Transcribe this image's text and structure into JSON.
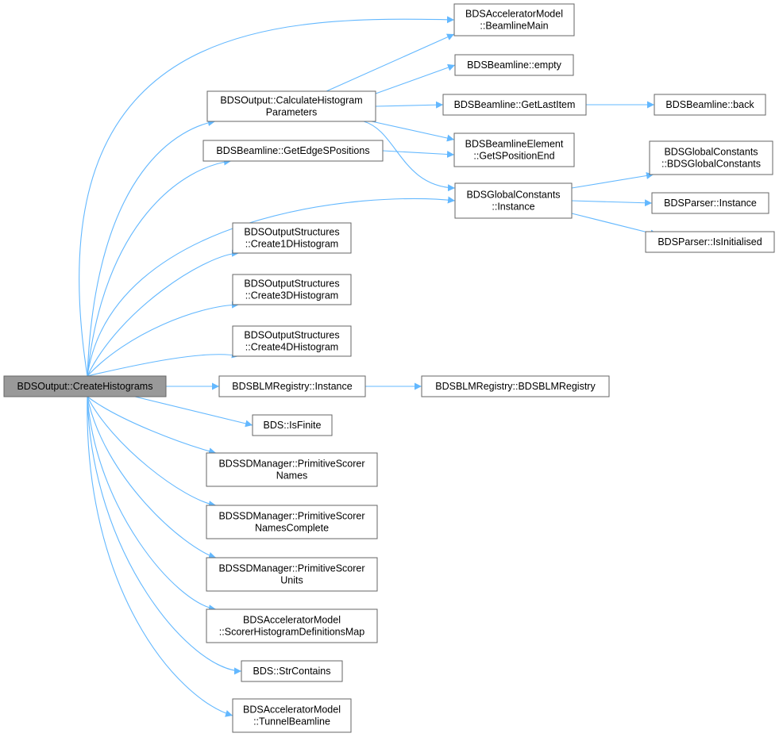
{
  "diagram": {
    "edge_color": "#63b8ff",
    "node_fill": "#ffffff",
    "root_fill": "#999999",
    "border_color": "#666666",
    "nodes": [
      {
        "id": "root",
        "lines": [
          "BDSOutput::CreateHistograms"
        ],
        "root": true
      },
      {
        "id": "calcHist",
        "lines": [
          "BDSOutput::CalculateHistogram",
          "Parameters"
        ]
      },
      {
        "id": "edgeS",
        "lines": [
          "BDSBeamline::GetEdgeSPositions"
        ]
      },
      {
        "id": "c1d",
        "lines": [
          "BDSOutputStructures",
          "::Create1DHistogram"
        ]
      },
      {
        "id": "c3d",
        "lines": [
          "BDSOutputStructures",
          "::Create3DHistogram"
        ]
      },
      {
        "id": "c4d",
        "lines": [
          "BDSOutputStructures",
          "::Create4DHistogram"
        ]
      },
      {
        "id": "blmInst",
        "lines": [
          "BDSBLMRegistry::Instance"
        ]
      },
      {
        "id": "isFinite",
        "lines": [
          "BDS::IsFinite"
        ]
      },
      {
        "id": "psNames",
        "lines": [
          "BDSSDManager::PrimitiveScorer",
          "Names"
        ]
      },
      {
        "id": "psNamesC",
        "lines": [
          "BDSSDManager::PrimitiveScorer",
          "NamesComplete"
        ]
      },
      {
        "id": "psUnits",
        "lines": [
          "BDSSDManager::PrimitiveScorer",
          "Units"
        ]
      },
      {
        "id": "scorerMap",
        "lines": [
          "BDSAcceleratorModel",
          "::ScorerHistogramDefinitionsMap"
        ]
      },
      {
        "id": "strContains",
        "lines": [
          "BDS::StrContains"
        ]
      },
      {
        "id": "tunnel",
        "lines": [
          "BDSAcceleratorModel",
          "::TunnelBeamline"
        ]
      },
      {
        "id": "beamMain",
        "lines": [
          "BDSAcceleratorModel",
          "::BeamlineMain"
        ]
      },
      {
        "id": "empty",
        "lines": [
          "BDSBeamline::empty"
        ]
      },
      {
        "id": "lastItem",
        "lines": [
          "BDSBeamline::GetLastItem"
        ]
      },
      {
        "id": "sPosEnd",
        "lines": [
          "BDSBeamlineElement",
          "::GetSPositionEnd"
        ]
      },
      {
        "id": "gcInst",
        "lines": [
          "BDSGlobalConstants",
          "::Instance"
        ]
      },
      {
        "id": "blmReg",
        "lines": [
          "BDSBLMRegistry::BDSBLMRegistry"
        ]
      },
      {
        "id": "back",
        "lines": [
          "BDSBeamline::back"
        ]
      },
      {
        "id": "gcCtor",
        "lines": [
          "BDSGlobalConstants",
          "::BDSGlobalConstants"
        ]
      },
      {
        "id": "parserInst",
        "lines": [
          "BDSParser::Instance"
        ]
      },
      {
        "id": "parserInit",
        "lines": [
          "BDSParser::IsInitialised"
        ]
      }
    ],
    "edges": [
      [
        "root",
        "beamMain"
      ],
      [
        "root",
        "calcHist"
      ],
      [
        "root",
        "edgeS"
      ],
      [
        "root",
        "gcInst"
      ],
      [
        "root",
        "c1d"
      ],
      [
        "root",
        "c3d"
      ],
      [
        "root",
        "c4d"
      ],
      [
        "root",
        "blmInst"
      ],
      [
        "root",
        "isFinite"
      ],
      [
        "root",
        "psNames"
      ],
      [
        "root",
        "psNamesC"
      ],
      [
        "root",
        "psUnits"
      ],
      [
        "root",
        "scorerMap"
      ],
      [
        "root",
        "strContains"
      ],
      [
        "root",
        "tunnel"
      ],
      [
        "calcHist",
        "beamMain"
      ],
      [
        "calcHist",
        "empty"
      ],
      [
        "calcHist",
        "lastItem"
      ],
      [
        "calcHist",
        "sPosEnd"
      ],
      [
        "calcHist",
        "gcInst"
      ],
      [
        "edgeS",
        "sPosEnd"
      ],
      [
        "lastItem",
        "back"
      ],
      [
        "blmInst",
        "blmReg"
      ],
      [
        "gcInst",
        "gcCtor"
      ],
      [
        "gcInst",
        "parserInst"
      ],
      [
        "gcInst",
        "parserInit"
      ]
    ]
  }
}
